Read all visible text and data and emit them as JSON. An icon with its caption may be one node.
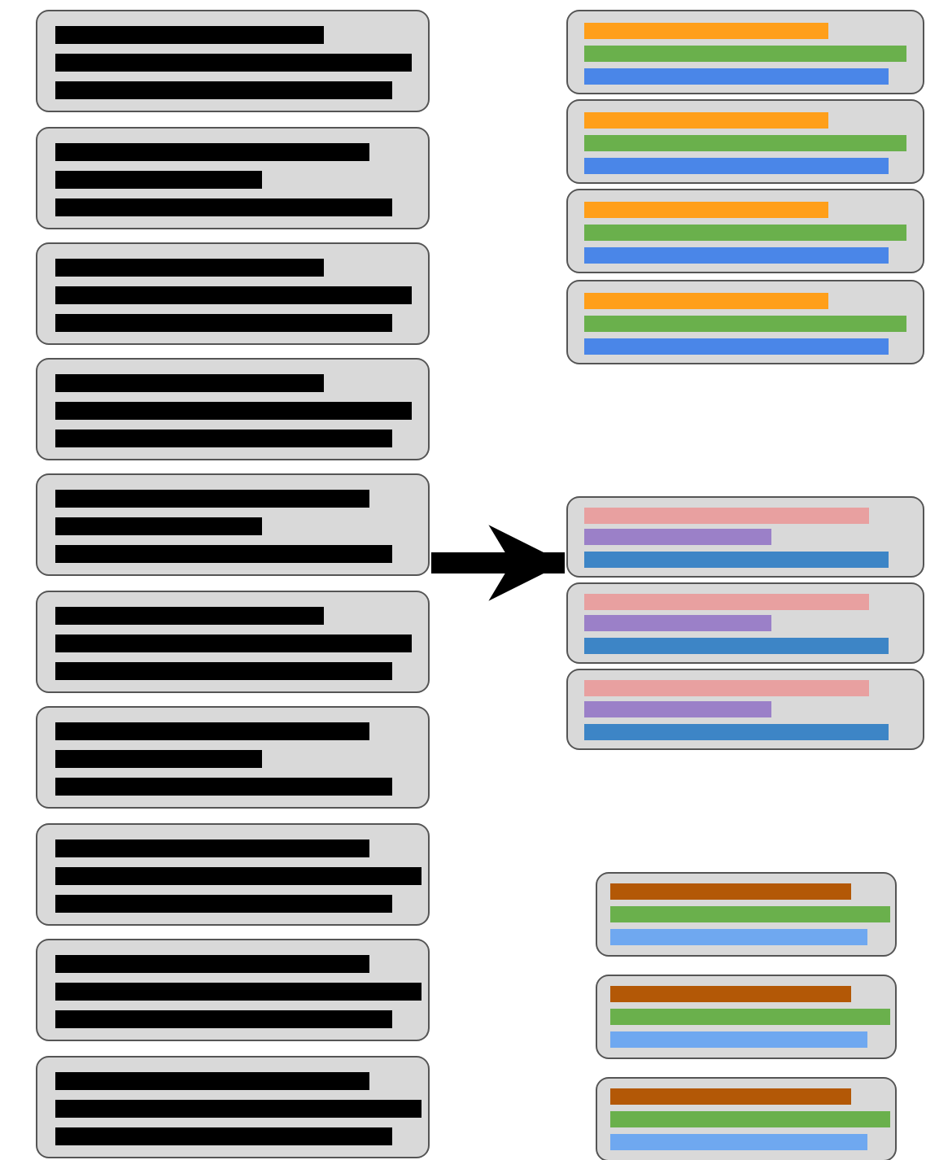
{
  "diagram": {
    "nodes": [
      {
        "text": [],
        "shape": "box"
      },
      {
        "text": [],
        "shape": "box"
      },
      {
        "text": [],
        "shape": "box"
      },
      {
        "text": [],
        "shape": "box"
      },
      {
        "text": [],
        "shape": "box"
      },
      {
        "text": [],
        "shape": "box"
      },
      {
        "text": [],
        "shape": "box"
      },
      {
        "text": [],
        "shape": "box"
      },
      {
        "text": [],
        "shape": "box"
      },
      {
        "text": [],
        "shape": "box"
      },
      {
        "text": [],
        "shape": "box"
      },
      {
        "text": [],
        "shape": "box"
      },
      {
        "text": [],
        "shape": "box"
      },
      {
        "text": [],
        "shape": "box"
      },
      {
        "text": [],
        "shape": "box"
      },
      {
        "text": [],
        "shape": "box"
      },
      {
        "text": [],
        "shape": "box"
      },
      {
        "text": [],
        "shape": "box"
      },
      {
        "text": [],
        "shape": "box"
      },
      {
        "text": [],
        "shape": "box"
      }
    ],
    "edges": [
      {
        "from": 4,
        "to": 14,
        "arrow": "to"
      }
    ]
  }
}
